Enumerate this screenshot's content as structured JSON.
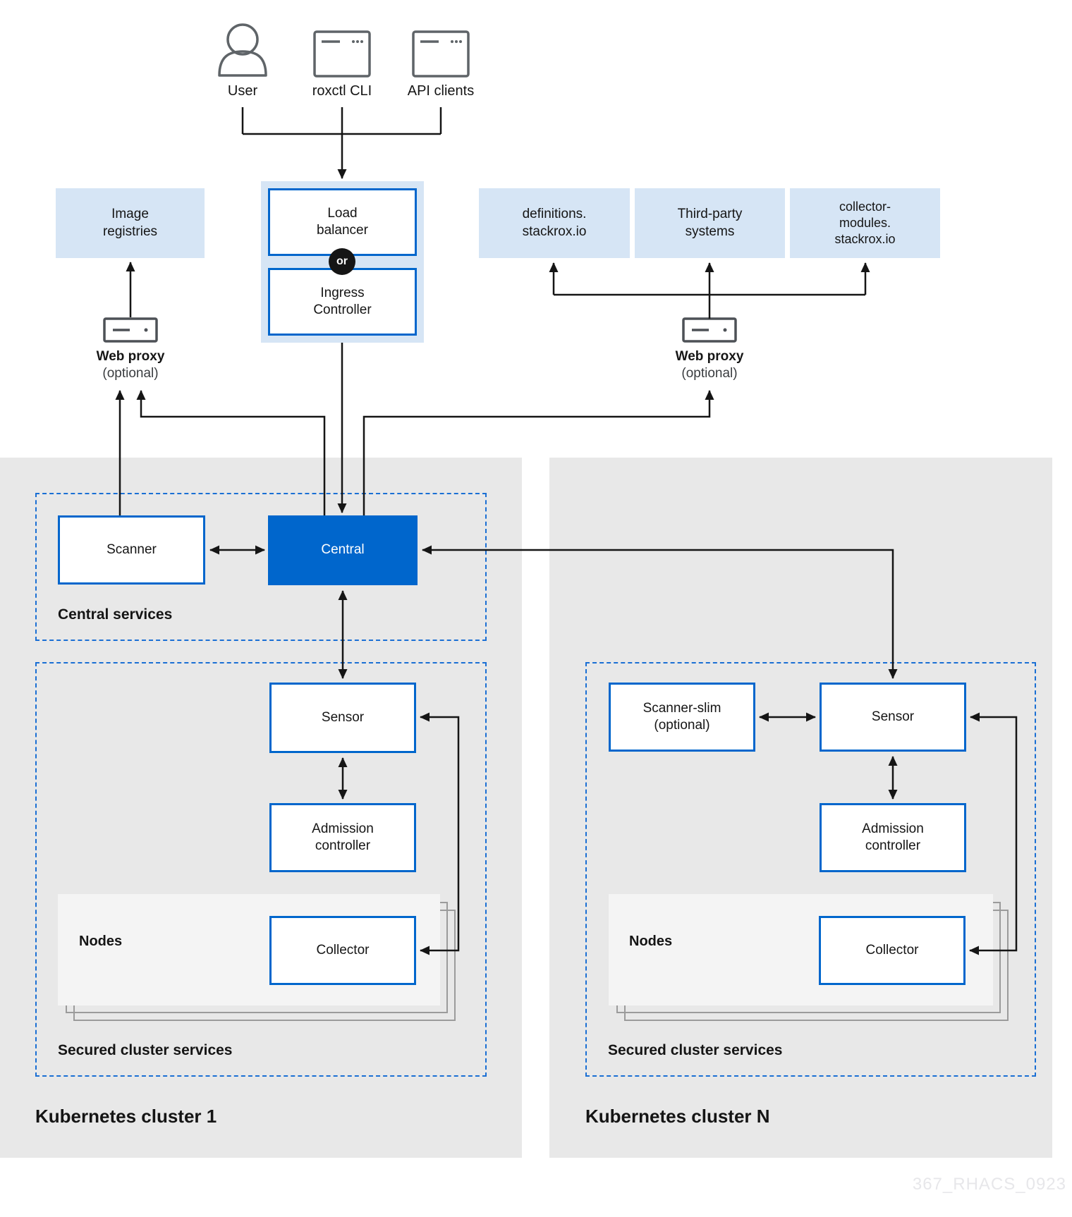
{
  "colors": {
    "accent_blue": "#0066cc",
    "light_blue_fill": "#d6e5f5",
    "dashed_border_blue": "#1a6fd4",
    "line_black": "#151515",
    "panel_gray": "#e8e8e8",
    "nodes_gray": "#f4f4f4"
  },
  "top": {
    "user": "User",
    "roxctl": "roxctl CLI",
    "api": "API clients"
  },
  "gateway": {
    "load_balancer": "Load\nbalancer",
    "or_label": "or",
    "ingress": "Ingress\nController"
  },
  "external": {
    "image_registries": "Image\nregistries",
    "definitions": "definitions.\nstackrox.io",
    "third_party": "Third-party\nsystems",
    "collector_modules": "collector-\nmodules.\nstackrox.io"
  },
  "proxy_left": {
    "title": "Web proxy",
    "note": "(optional)"
  },
  "proxy_right": {
    "title": "Web proxy",
    "note": "(optional)"
  },
  "central_services": {
    "label": "Central services",
    "scanner": "Scanner",
    "central": "Central"
  },
  "cluster1": {
    "secured_label": "Secured cluster services",
    "sensor": "Sensor",
    "admission": "Admission\ncontroller",
    "nodes_label": "Nodes",
    "collector": "Collector",
    "name": "Kubernetes cluster 1"
  },
  "clusterN": {
    "secured_label": "Secured cluster services",
    "scanner_slim": "Scanner-slim\n(optional)",
    "sensor": "Sensor",
    "admission": "Admission\ncontroller",
    "nodes_label": "Nodes",
    "collector": "Collector",
    "name": "Kubernetes cluster N"
  },
  "watermark": {
    "text": "367_RHACS_0923"
  }
}
